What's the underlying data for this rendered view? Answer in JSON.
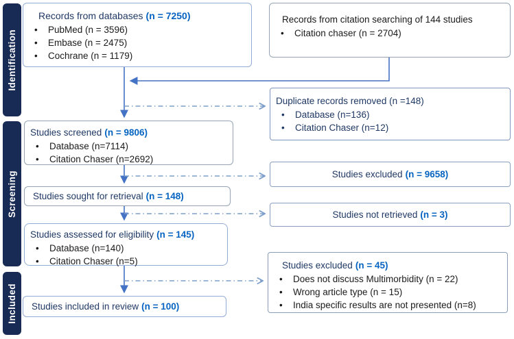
{
  "figure": {
    "type": "prisma-flow-diagram"
  },
  "colors": {
    "sidebar_bg": "#182B55",
    "navy_text": "#1F3864",
    "count_blue": "#0563C1",
    "arrow_blue": "#4472C4",
    "dash_blue": "#7C9DC9",
    "border_blue": "#93ACD7",
    "border_gray": "#95A3B4",
    "black_text": "#1A1A1A"
  },
  "sidebar": {
    "stages": [
      {
        "label": "Identification"
      },
      {
        "label": "Screening"
      },
      {
        "label": "Included"
      }
    ]
  },
  "boxes": {
    "records_databases": {
      "title": "Records from databases",
      "count": "(n = 7250)",
      "items": [
        "PubMed (n = 3596)",
        "Embase (n = 2475)",
        "Cochrane (n = 1179)"
      ]
    },
    "citation_search": {
      "title": "Records from citation searching of 144 studies",
      "items": [
        "Citation chaser (n = 2704)"
      ]
    },
    "duplicates_removed": {
      "title": "Duplicate records removed (n =148)",
      "items": [
        "Database (n=136)",
        "Citation Chaser (n=12)"
      ]
    },
    "studies_screened": {
      "title": "Studies screened",
      "count": "(n = 9806)",
      "items": [
        "Database (n=7114)",
        "Citation Chaser (n=2692)"
      ]
    },
    "sought_retrieval": {
      "title": "Studies sought for retrieval",
      "count": "(n = 148)"
    },
    "studies_excluded_screening": {
      "title": "Studies excluded",
      "count": "(n = 9658)"
    },
    "not_retrieved": {
      "title": "Studies not retrieved",
      "count": "(n = 3)"
    },
    "assessed_eligibility": {
      "title": "Studies assessed for eligibility",
      "count": "(n = 145)",
      "items": [
        "Database (n=140)",
        "Citation Chaser (n=5)"
      ]
    },
    "studies_excluded_eligibility": {
      "title": "Studies excluded",
      "count": "(n = 45)",
      "items": [
        "Does not discuss Multimorbidity (n = 22)",
        "Wrong article type (n = 15)",
        "India specific results are not presented (n=8)"
      ]
    },
    "included_review": {
      "title": "Studies included in review",
      "count": "(n = 100)"
    }
  }
}
